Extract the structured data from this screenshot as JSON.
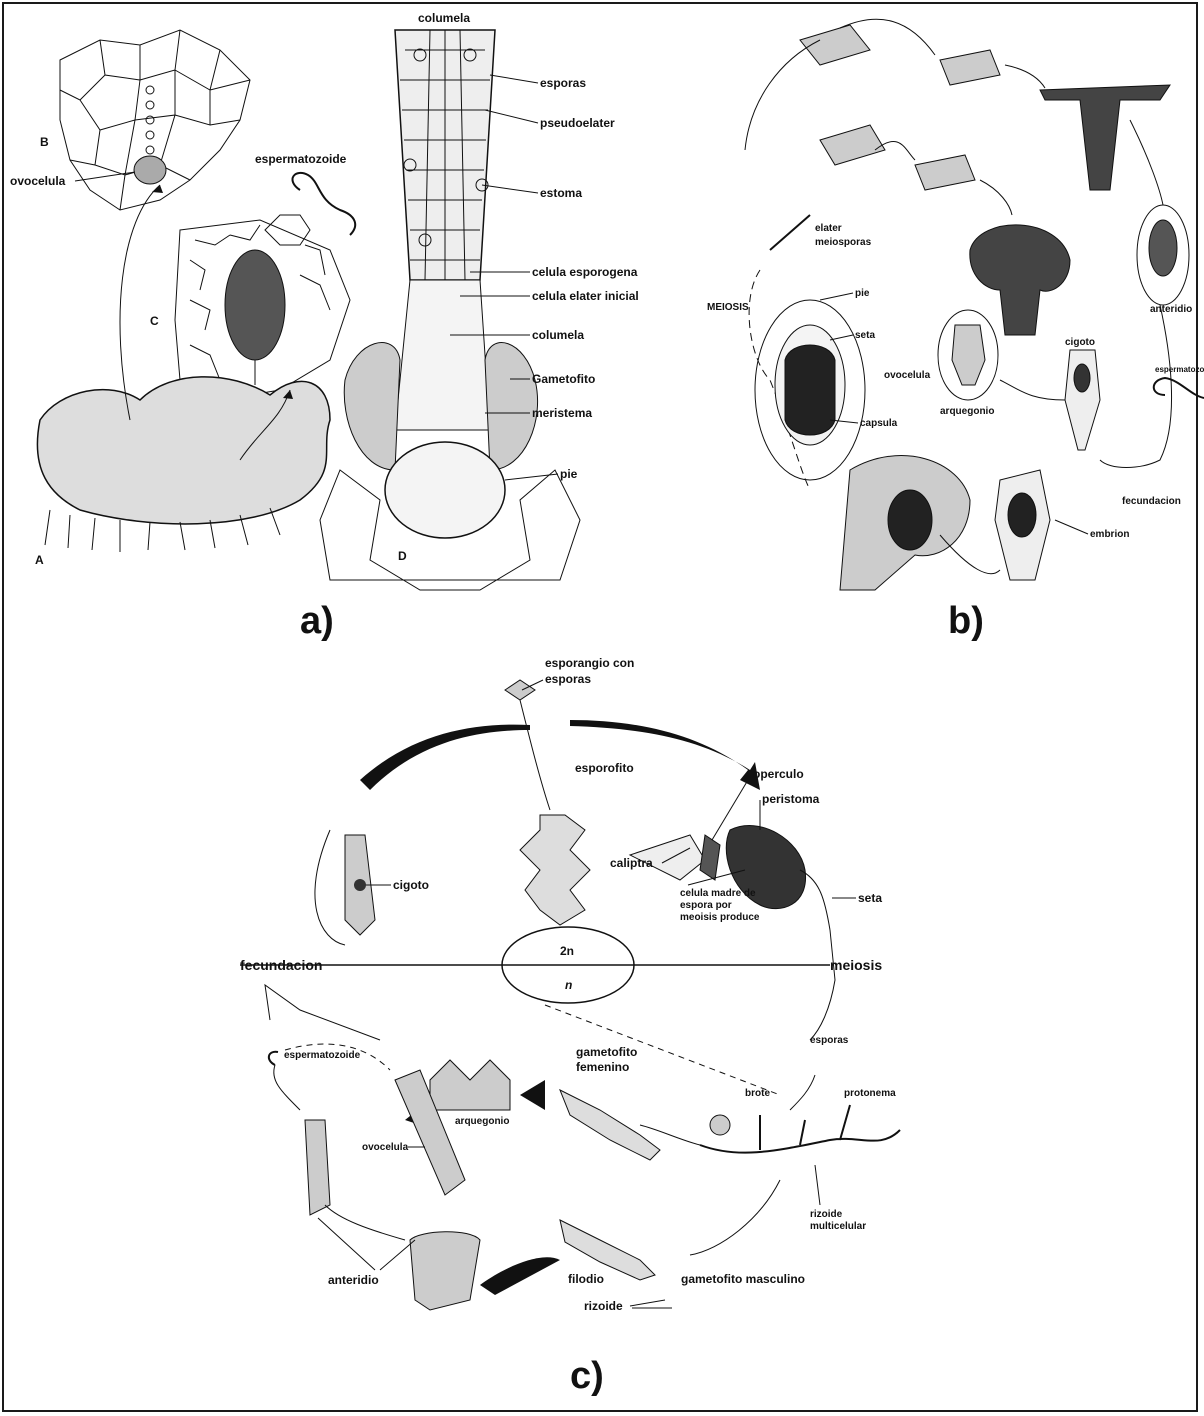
{
  "panels": {
    "a": {
      "label": "a)",
      "labels": {
        "columela_top": "columela",
        "esporas": "esporas",
        "pseudoelater": "pseudoelater",
        "espermatozoide": "espermatozoide",
        "estoma": "estoma",
        "ovocelula": "ovocelula",
        "celula_esporogena": "celula esporogena",
        "celula_elater_inicial": "celula elater inicial",
        "columela_mid": "columela",
        "gametofito": "Gametofito",
        "meristema": "meristema",
        "pie": "pie",
        "sub_A": "A",
        "sub_B": "B",
        "sub_C": "C",
        "sub_D": "D"
      }
    },
    "b": {
      "label": "b)",
      "labels": {
        "elater": "elater",
        "meiosporas": "meiosporas",
        "meiosis": "MEIOSIS",
        "pie": "pie",
        "seta": "seta",
        "ovocelula": "ovocelula",
        "arquegonio": "arquegonio",
        "capsula": "capsula",
        "cigoto": "cigoto",
        "anteridio": "anteridio",
        "espermatozoide": "espermatozoide",
        "fecundacion": "fecundacion",
        "embrion": "embrion"
      }
    },
    "c": {
      "label": "c)",
      "labels": {
        "esporangio": "esporangio con",
        "esporangio2": "esporas",
        "esporofito": "esporofito",
        "operculo": "operculo",
        "peristoma": "peristoma",
        "caliptra": "caliptra",
        "cigoto": "cigoto",
        "celula_madre1": "celula madre de",
        "celula_madre2": "espora por",
        "celula_madre3": "meoisis produce",
        "seta": "seta",
        "diploid": "2n",
        "haploid": "n",
        "fecundacion": "fecundacion",
        "meiosis": "meiosis",
        "esporas": "esporas",
        "espermatozoide": "espermatozoide",
        "gametofito_fem1": "gametofito",
        "gametofito_fem2": "femenino",
        "brote": "brote",
        "protonema": "protonema",
        "arquegonio": "arquegonio",
        "ovocelula": "ovocelula",
        "rizoide_multi1": "rizoide",
        "rizoide_multi2": "multicelular",
        "anteridio": "anteridio",
        "filodio": "filodio",
        "gametofito_masc": "gametofito masculino",
        "rizoide": "rizoide"
      }
    }
  }
}
